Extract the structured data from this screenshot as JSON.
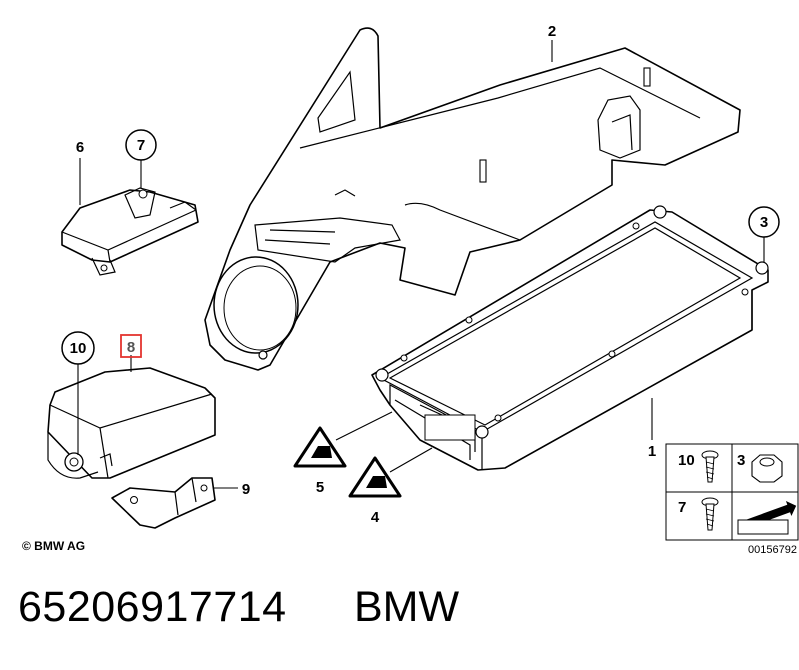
{
  "diagram": {
    "callouts": {
      "c1": "1",
      "c2": "2",
      "c3": "3",
      "c4": "4",
      "c5": "5",
      "c6": "6",
      "c7": "7",
      "c8": "8",
      "c9": "9",
      "c10": "10"
    },
    "highlighted_callout": "8",
    "highlight_color": "#e3342f",
    "hardware_table": {
      "cells": [
        "10",
        "3",
        "7"
      ],
      "drawing_number": "00156792"
    },
    "copyright": "© BMW AG"
  },
  "footer": {
    "part_number": "65206917714",
    "brand": "BMW"
  }
}
